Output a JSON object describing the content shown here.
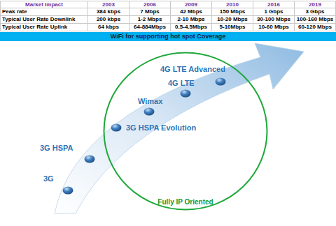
{
  "diagram": {
    "nodes": [
      {
        "text": [
          "WiFi for supporting hot spot Coverage"
        ]
      },
      {
        "text": [
          "Fully IP Oriented"
        ]
      },
      {
        "text": [
          "3G"
        ]
      },
      {
        "text": [
          "3G HSPA"
        ]
      },
      {
        "text": [
          "3G HSPA Evolution"
        ],
        "in": 1
      },
      {
        "text": [
          "Wimax"
        ],
        "in": 1
      },
      {
        "text": [
          "4G LTE"
        ],
        "in": 1
      },
      {
        "text": [
          "4G LTE Advanced"
        ],
        "in": 1
      }
    ],
    "labels": [
      "Market Impact",
      "2003",
      "2006",
      "2009",
      "2010",
      "2016",
      "2019",
      "Peak rate",
      "384 kbps",
      "7 Mbps",
      "42 Mbps",
      "150 Mbps",
      "1 Gbps",
      "3 Gbps",
      "Typical User Rate Downlink",
      "200 kbps",
      "1-2 Mbps",
      "2-10 Mbps",
      "10-20 Mbps",
      "30-100 Mbps",
      "100-160 Mbps",
      "Typical User Rate Uplink",
      "64 kbps",
      "64-884Mbps",
      "0.5-4.5Mbps",
      "5-10Mbps",
      "10-60 Mbps",
      "60-120 Mbps"
    ]
  }
}
